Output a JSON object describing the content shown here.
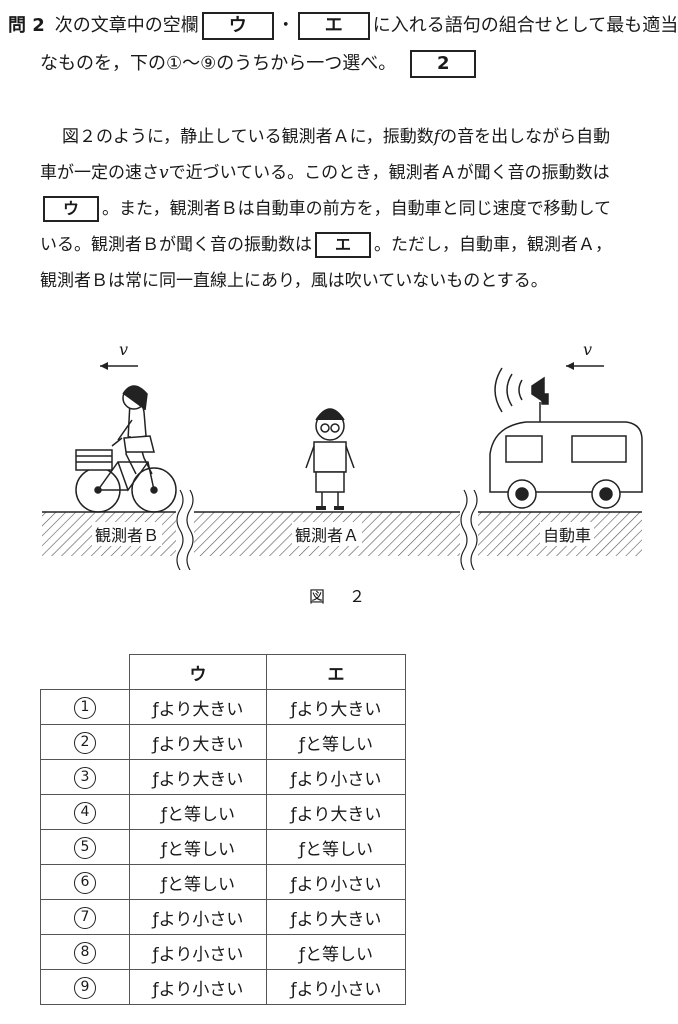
{
  "question": {
    "number": "問 2",
    "text_before": "次の文章中の空欄",
    "blank_u": "ウ",
    "dot": "・",
    "blank_e": "エ",
    "text_after": "に入れる語句の組合せとして最も適当",
    "line2": "なものを，下の①～⑨のうちから一つ選べ。",
    "answer_box": "2"
  },
  "passage": {
    "p1": "図２のように，静止している観測者Ａに，振動数",
    "p1_f": "f",
    "p1_b": "の音を出しながら自動",
    "p2_a": "車が一定の速さ",
    "p2_v": "v",
    "p2_b": "で近づいている。このとき，観測者Ａが聞く音の振動数は",
    "p3_box": "ウ",
    "p3": "。また，観測者Ｂは自動車の前方を，自動車と同じ速度で移動して",
    "p4_a": "いる。観測者Ｂが聞く音の振動数は",
    "p4_box": "エ",
    "p4_b": "。ただし，自動車，観測者Ａ，",
    "p5": "観測者Ｂは常に同一直線上にあり，風は吹いていないものとする。"
  },
  "figure": {
    "label_b": "観測者Ｂ",
    "label_a": "観測者Ａ",
    "label_car": "自動車",
    "v_left": "v",
    "v_right": "v",
    "caption": "図　２"
  },
  "table": {
    "headers": [
      "ウ",
      "エ"
    ],
    "rows": [
      {
        "num": "1",
        "u": "ƒより大きい",
        "e": "ƒより大きい"
      },
      {
        "num": "2",
        "u": "ƒより大きい",
        "e": "ƒと等しい"
      },
      {
        "num": "3",
        "u": "ƒより大きい",
        "e": "ƒより小さい"
      },
      {
        "num": "4",
        "u": "ƒと等しい",
        "e": "ƒより大きい"
      },
      {
        "num": "5",
        "u": "ƒと等しい",
        "e": "ƒと等しい"
      },
      {
        "num": "6",
        "u": "ƒと等しい",
        "e": "ƒより小さい"
      },
      {
        "num": "7",
        "u": "ƒより小さい",
        "e": "ƒより大きい"
      },
      {
        "num": "8",
        "u": "ƒより小さい",
        "e": "ƒと等しい"
      },
      {
        "num": "9",
        "u": "ƒより小さい",
        "e": "ƒより小さい"
      }
    ]
  }
}
